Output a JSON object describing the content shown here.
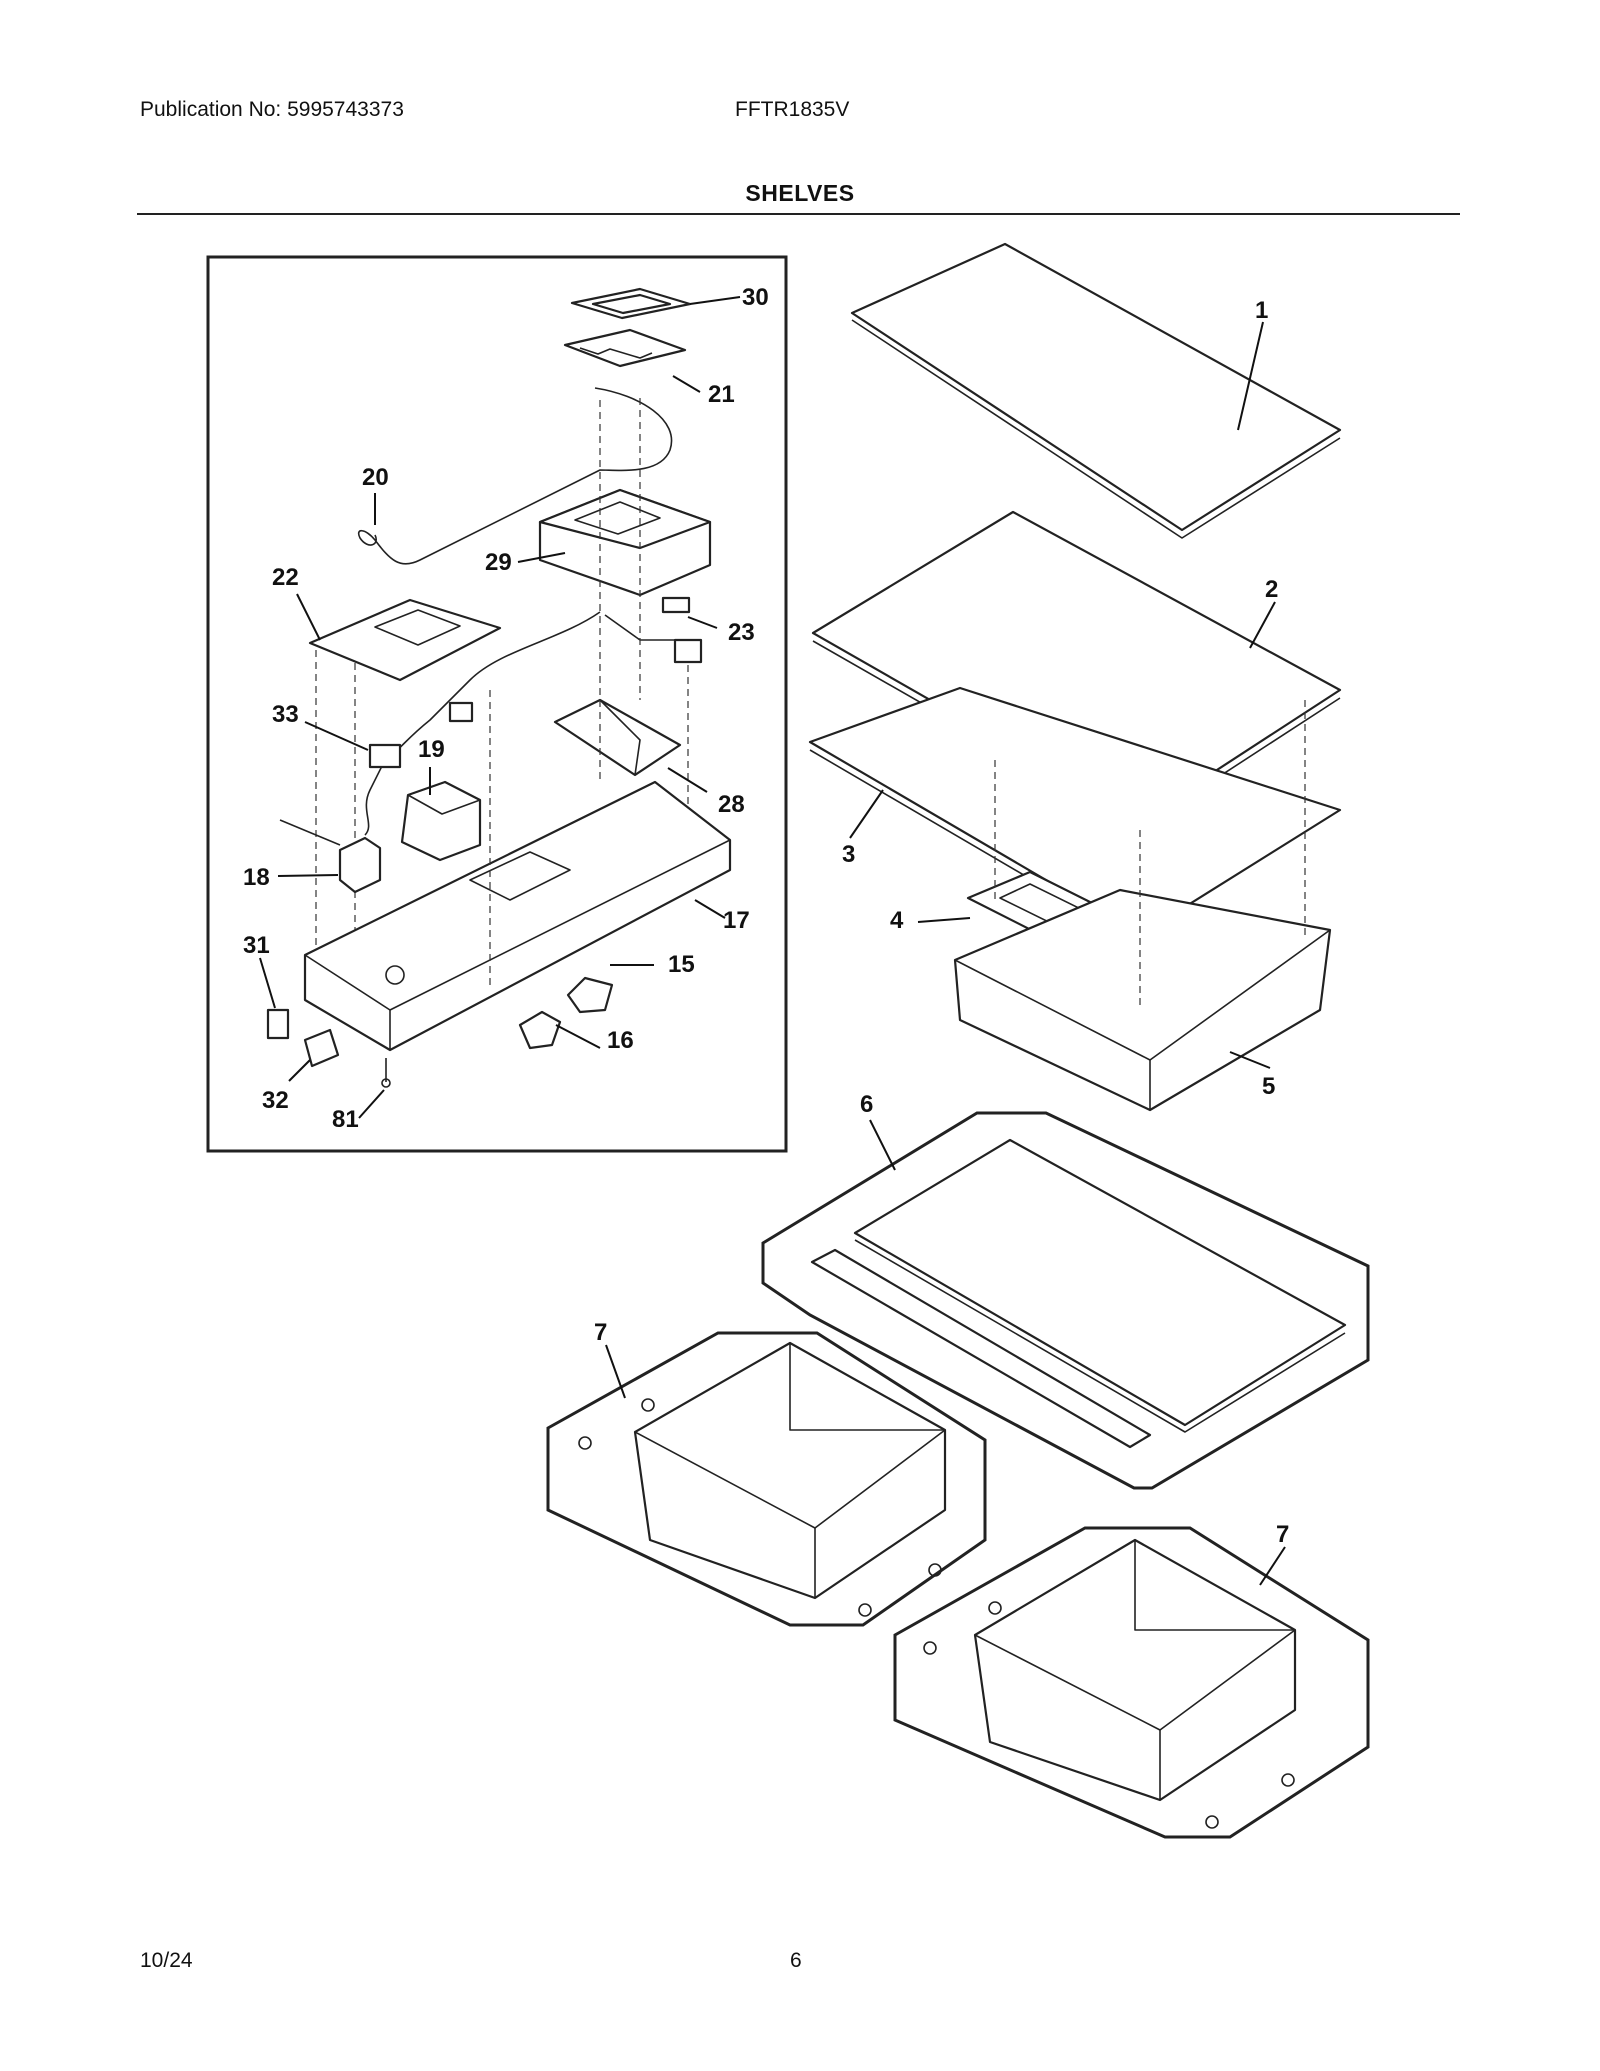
{
  "header": {
    "publication": "Publication No: 5995743373",
    "model": "FFTR1835V",
    "section_title": "SHELVES"
  },
  "footer": {
    "date": "10/24",
    "page_number": "6"
  },
  "callouts": {
    "c30": "30",
    "c21": "21",
    "c20": "20",
    "c29": "29",
    "c22": "22",
    "c23": "23",
    "c33": "33",
    "c19": "19",
    "c28": "28",
    "c18": "18",
    "c17": "17",
    "c31": "31",
    "c15": "15",
    "c16": "16",
    "c32": "32",
    "c81": "81",
    "c1": "1",
    "c2": "2",
    "c3": "3",
    "c4": "4",
    "c5": "5",
    "c6": "6",
    "c7a": "7",
    "c7b": "7"
  }
}
